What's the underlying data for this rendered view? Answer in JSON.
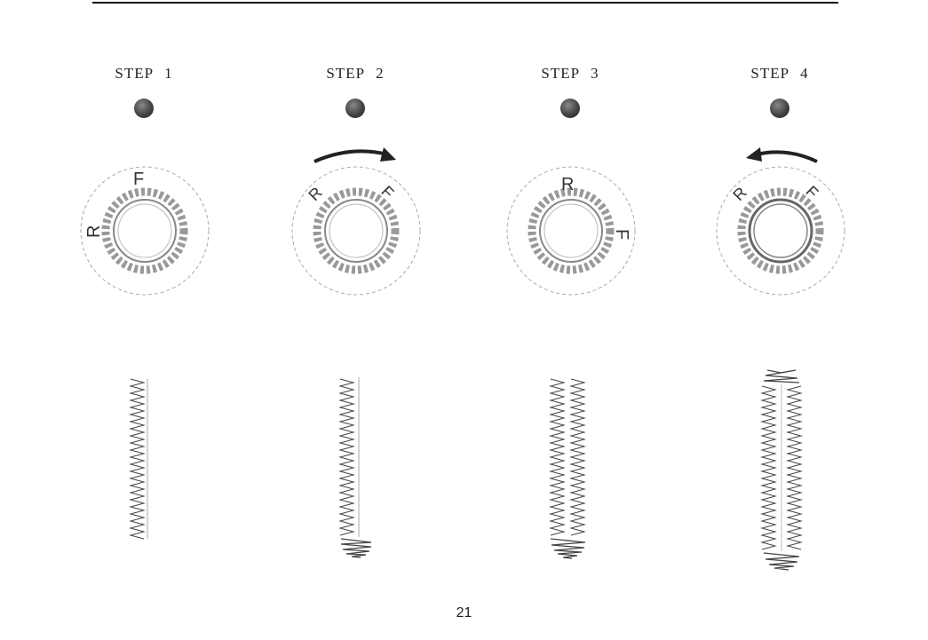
{
  "steps": [
    {
      "label_word": "STEP",
      "label_number": "1",
      "dial_top_letter": "F",
      "dial_side_letter": "R",
      "arrow": "none"
    },
    {
      "label_word": "STEP",
      "label_number": "2",
      "dial_top_letter": "F",
      "dial_side_letter": "R",
      "arrow": "clockwise"
    },
    {
      "label_word": "STEP",
      "label_number": "3",
      "dial_top_letter": "R",
      "dial_side_letter": "F",
      "arrow": "none"
    },
    {
      "label_word": "STEP",
      "label_number": "4",
      "dial_top_letter": "F",
      "dial_side_letter": "R",
      "arrow": "counterclockwise"
    }
  ],
  "page_number": "21"
}
